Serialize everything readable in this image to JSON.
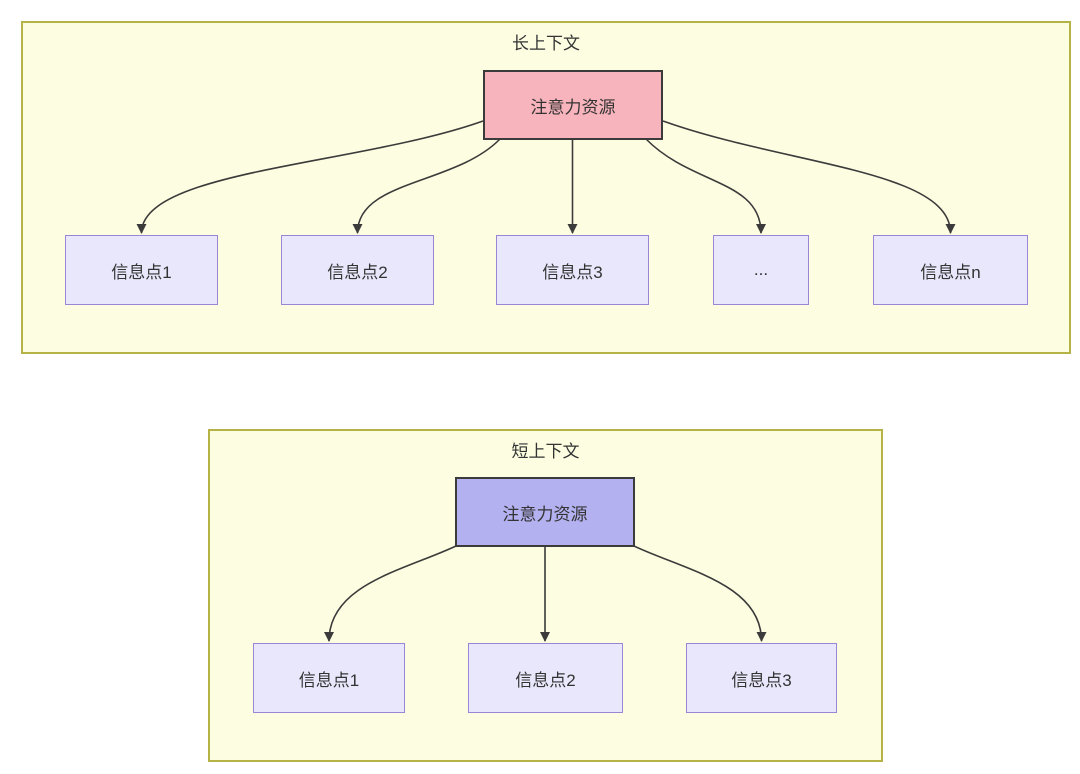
{
  "colors": {
    "container_fill": "#FDFDE1",
    "container_border": "#B5B345",
    "root_border": "#3B3B3B",
    "long_root_fill": "#F8B4BC",
    "short_root_fill": "#B3B1F0",
    "child_fill": "#E9E7FC",
    "child_border": "#9B86D6",
    "arrow": "#3B3B3B",
    "text": "#333333"
  },
  "long_context": {
    "title": "长上下文",
    "root_label": "注意力资源",
    "children": [
      "信息点1",
      "信息点2",
      "信息点3",
      "...",
      "信息点n"
    ]
  },
  "short_context": {
    "title": "短上下文",
    "root_label": "注意力资源",
    "children": [
      "信息点1",
      "信息点2",
      "信息点3"
    ]
  }
}
